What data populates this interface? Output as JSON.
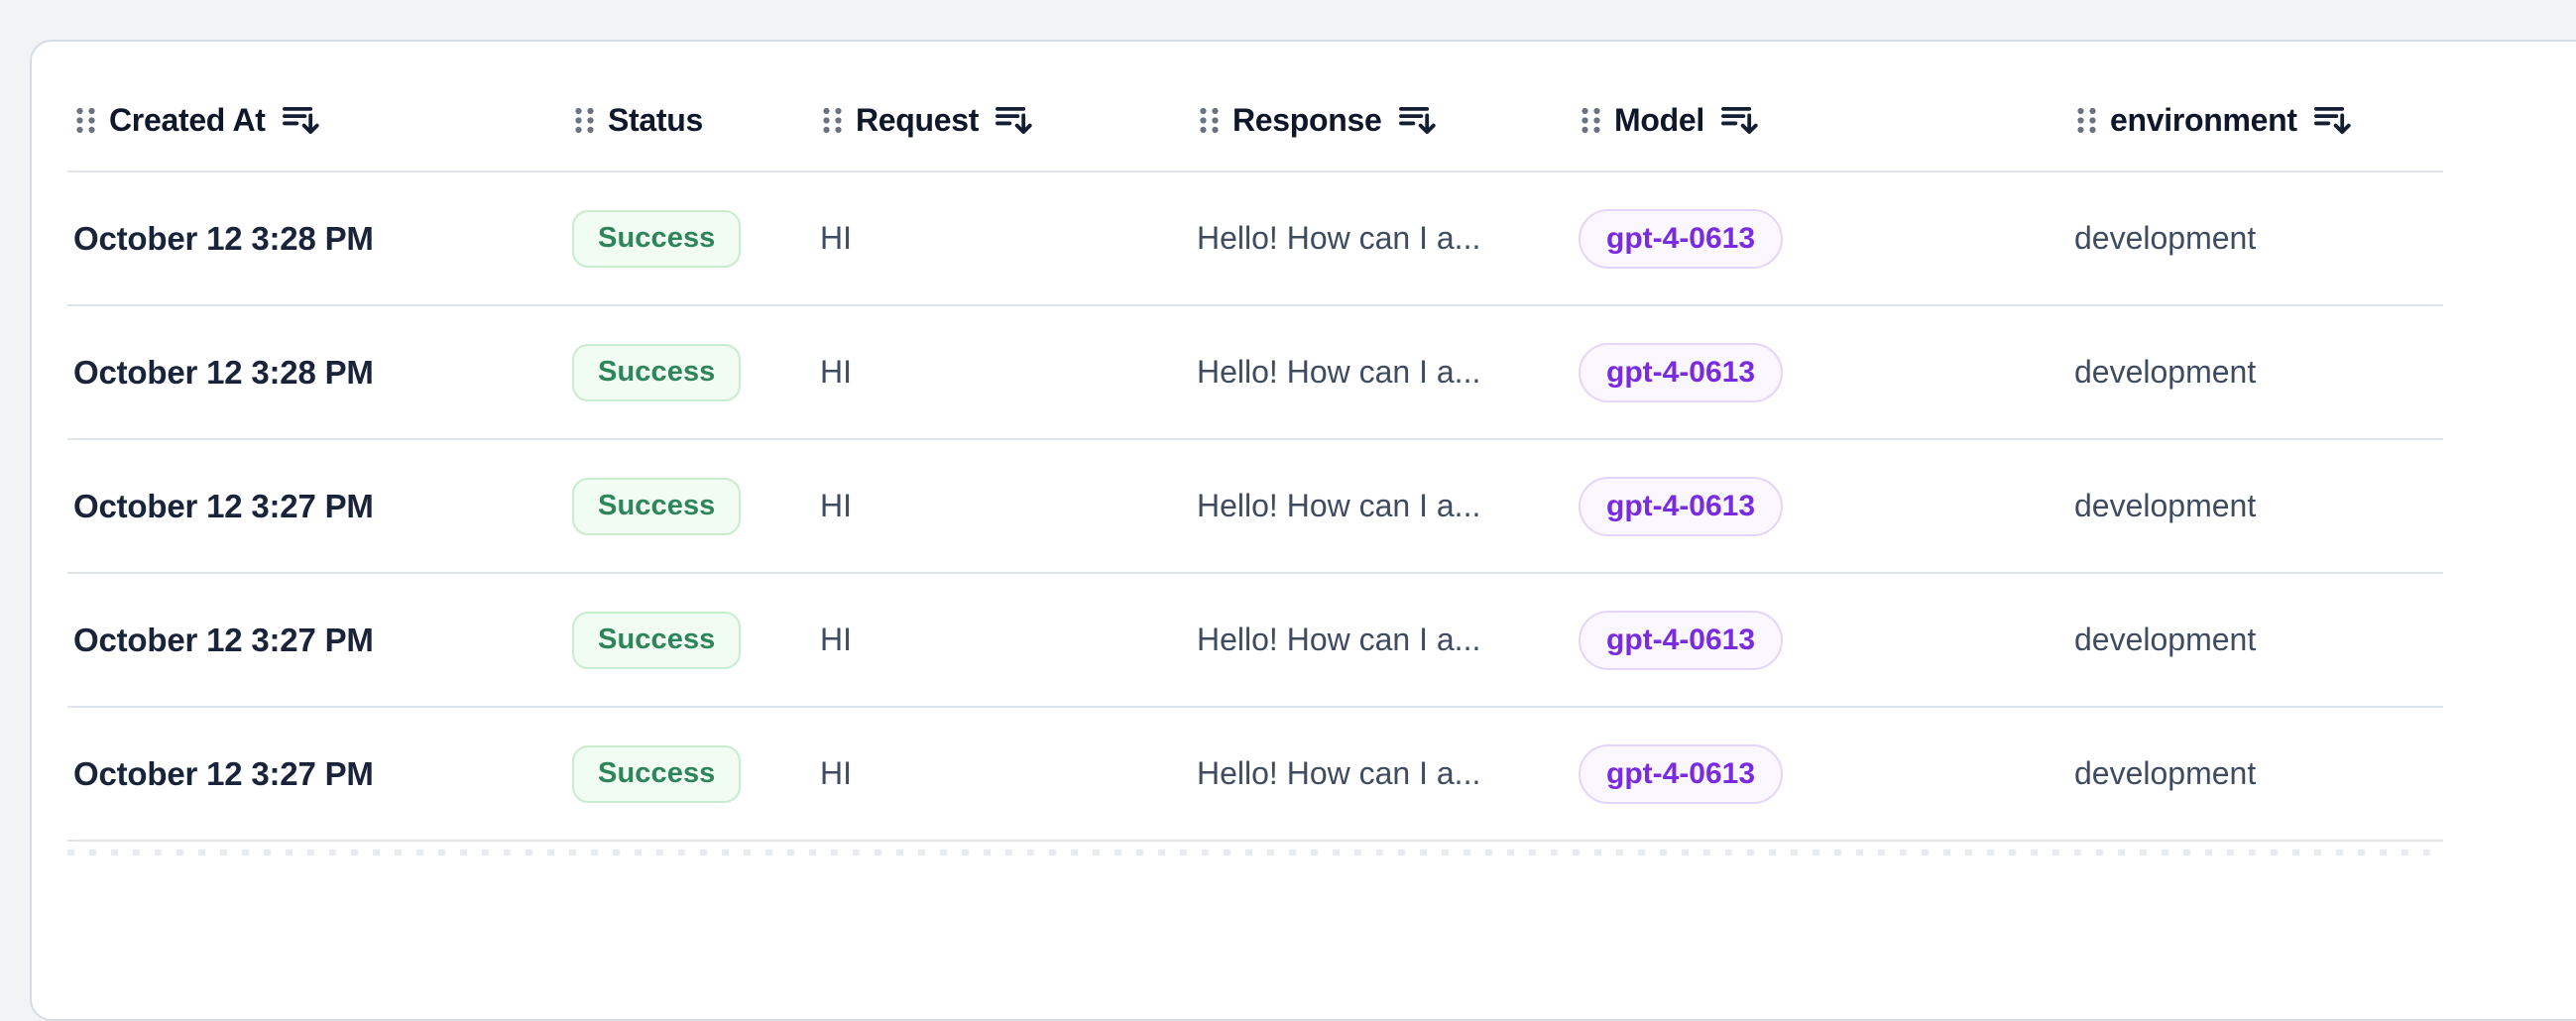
{
  "table": {
    "columns": [
      {
        "label": "Created At",
        "sortable": true
      },
      {
        "label": "Status",
        "sortable": false
      },
      {
        "label": "Request",
        "sortable": true
      },
      {
        "label": "Response",
        "sortable": true
      },
      {
        "label": "Model",
        "sortable": true
      },
      {
        "label": "environment",
        "sortable": true
      }
    ],
    "rows": [
      {
        "created_at": "October 12 3:28 PM",
        "status": "Success",
        "request": "HI",
        "response": "Hello! How can I a...",
        "model": "gpt-4-0613",
        "environment": "development"
      },
      {
        "created_at": "October 12 3:28 PM",
        "status": "Success",
        "request": "HI",
        "response": "Hello! How can I a...",
        "model": "gpt-4-0613",
        "environment": "development"
      },
      {
        "created_at": "October 12 3:27 PM",
        "status": "Success",
        "request": "HI",
        "response": "Hello! How can I a...",
        "model": "gpt-4-0613",
        "environment": "development"
      },
      {
        "created_at": "October 12 3:27 PM",
        "status": "Success",
        "request": "HI",
        "response": "Hello! How can I a...",
        "model": "gpt-4-0613",
        "environment": "development"
      },
      {
        "created_at": "October 12 3:27 PM",
        "status": "Success",
        "request": "HI",
        "response": "Hello! How can I a...",
        "model": "gpt-4-0613",
        "environment": "development"
      }
    ]
  },
  "badges": {
    "status_success": {
      "label": "Success",
      "text_color": "#2f855a",
      "background": "#f1fcf3",
      "border": "#c9ecd1"
    },
    "model": {
      "text_color": "#7a2be2",
      "background": "#faf7fe",
      "border": "#e4d6fa"
    }
  },
  "icons": {
    "drag_handle": "six-dot drag grip",
    "sort": "sort-descending (bars + down arrow)"
  },
  "colors": {
    "page_background": "#f1f3f6",
    "card_background": "#ffffff",
    "card_border": "#d7dce4",
    "header_text": "#0f172a",
    "row_text": "#3e4b61",
    "date_text": "#19243a",
    "row_separator": "#dfe3ea"
  }
}
